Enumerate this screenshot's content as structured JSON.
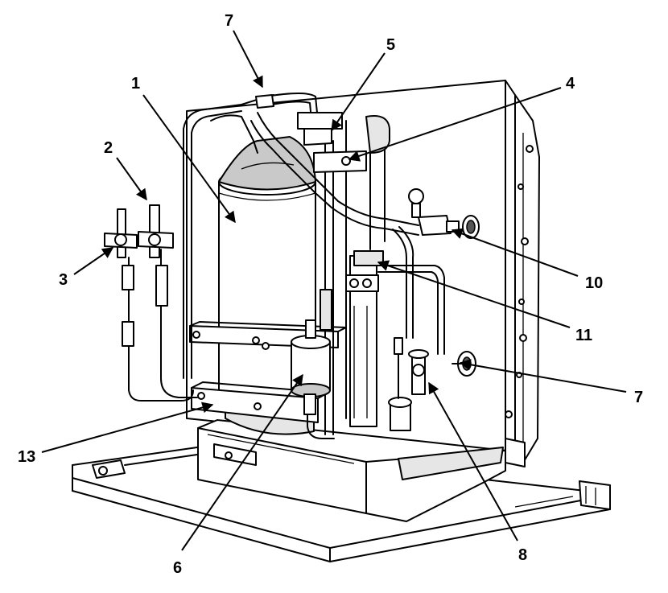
{
  "callouts": [
    {
      "id": "c1",
      "label": "1"
    },
    {
      "id": "c2",
      "label": "2"
    },
    {
      "id": "c3",
      "label": "3"
    },
    {
      "id": "c4",
      "label": "4"
    },
    {
      "id": "c5",
      "label": "5"
    },
    {
      "id": "c6",
      "label": "6"
    },
    {
      "id": "c7a",
      "label": "7"
    },
    {
      "id": "c7b",
      "label": "7"
    },
    {
      "id": "c8",
      "label": "8"
    },
    {
      "id": "c10",
      "label": "10"
    },
    {
      "id": "c11",
      "label": "11"
    },
    {
      "id": "c13",
      "label": "13"
    }
  ]
}
